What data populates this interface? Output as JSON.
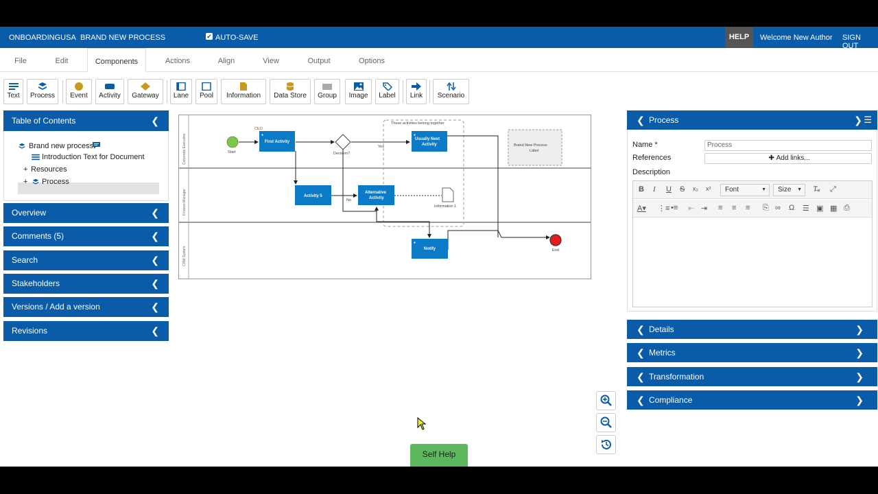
{
  "topbar": {
    "org": "ONBOARDINGUSA",
    "process": "BRAND NEW PROCESS",
    "autosave": "AUTO-SAVE",
    "help": "HELP",
    "welcome": "Welcome New Author",
    "signout": "SIGN OUT"
  },
  "tabs": [
    "File",
    "Edit",
    "Components",
    "Actions",
    "Align",
    "View",
    "Output",
    "Options"
  ],
  "toolbar": {
    "text": "Text",
    "process": "Process",
    "event": "Event",
    "activity": "Activity",
    "gateway": "Gateway",
    "lane": "Lane",
    "pool": "Pool",
    "information": "Information",
    "datastore": "Data Store",
    "group": "Group",
    "image": "Image",
    "label": "Label",
    "link": "Link",
    "scenario": "Scenario"
  },
  "left": {
    "toc": "Table of Contents",
    "toc_items": [
      "Brand new process",
      "Introduction Text for Document",
      "Resources",
      "Process"
    ],
    "panels": [
      "Overview",
      "Comments (5)",
      "Search",
      "Stakeholders",
      "Versions / Add a version",
      "Revisions"
    ]
  },
  "diagram": {
    "lanes": [
      "Corporate Executive",
      "Finance Manager",
      "CRM System"
    ],
    "nodes": {
      "start": "Start",
      "first": "First Activity",
      "ceo": "CEO",
      "decision": "Decision?",
      "yes": "Yes",
      "no": "No",
      "next1": "Usually Next",
      "next2": "Activity",
      "label1": "Brand New Process",
      "label2": "Label",
      "act5": "Activity 5",
      "alt1": "Alternative",
      "alt2": "Activity",
      "info": "Information 1",
      "group": "These activities belong together",
      "notify": "Notify",
      "end": "End"
    }
  },
  "right": {
    "process": "Process",
    "name_label": "Name *",
    "name_value": "Process",
    "refs_label": "References",
    "add_links": "Add links...",
    "desc_label": "Description",
    "font": "Font",
    "size": "Size",
    "panels": [
      "Details",
      "Metrics",
      "Transformation",
      "Compliance"
    ]
  },
  "selfhelp": "Self Help",
  "colors": {
    "brand": "#0a5ca8",
    "activity": "#0b7ac7",
    "start": "#7ac943",
    "end": "#e81c1c",
    "selfhelp": "#5cb85c",
    "help": "#555555"
  }
}
